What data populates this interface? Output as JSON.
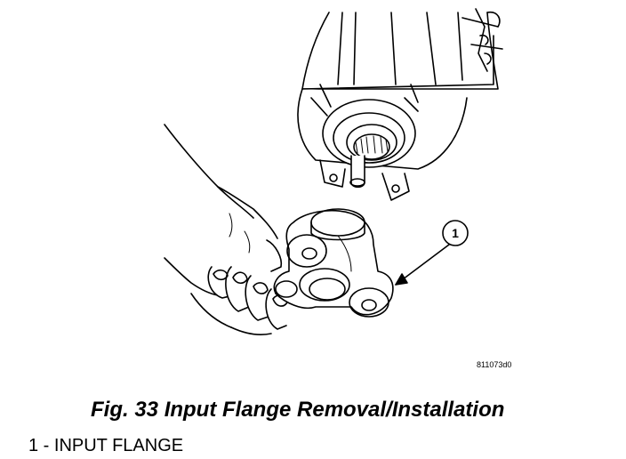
{
  "figure": {
    "callout_number": "1",
    "image_code": "811073d0"
  },
  "caption": "Fig. 33 Input Flange Removal/Installation",
  "legend": [
    {
      "text": "1 - INPUT FLANGE"
    }
  ]
}
